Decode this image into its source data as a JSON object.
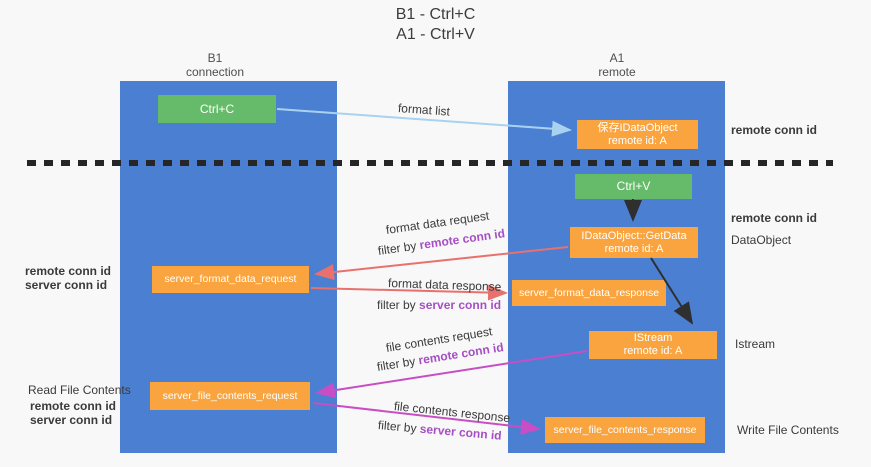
{
  "title": {
    "line1": "B1 - Ctrl+C",
    "line2": "A1 - Ctrl+V"
  },
  "lifelines": {
    "left": {
      "name": "B1",
      "role": "connection"
    },
    "right": {
      "name": "A1",
      "role": "remote"
    }
  },
  "nodes": {
    "ctrl_c": {
      "label": "Ctrl+C"
    },
    "ctrl_v": {
      "label": "Ctrl+V"
    },
    "save_idataobject": {
      "line1": "保存IDataObject",
      "line2": "remote id: A"
    },
    "idataobject_getdata": {
      "line1": "IDataObject::GetData",
      "line2": "remote id: A"
    },
    "istream": {
      "line1": "IStream",
      "line2": "remote id: A"
    },
    "server_format_data_request": {
      "label": "server_format_data_request"
    },
    "server_format_data_response": {
      "label": "server_format_data_response"
    },
    "server_file_contents_request": {
      "label": "server_file_contents_request"
    },
    "server_file_contents_response": {
      "label": "server_file_contents_response"
    }
  },
  "messages": {
    "format_list": {
      "label": "format list"
    },
    "format_data_request": {
      "label": "format data request",
      "filter_prefix": "filter by ",
      "filter_key": "remote conn id"
    },
    "format_data_response": {
      "label": "format data response",
      "filter_prefix": "filter by ",
      "filter_key": "server conn id"
    },
    "file_contents_request": {
      "label": "file contents request",
      "filter_prefix": "filter by ",
      "filter_key": "remote conn id"
    },
    "file_contents_response": {
      "label": "file contents response",
      "filter_prefix": "filter by ",
      "filter_key": "server conn id"
    }
  },
  "annotations": {
    "right_top_remote_conn_id": "remote conn id",
    "right_mid_remote_conn_id": "remote conn id",
    "right_dataobject": "DataObject",
    "right_istream": "Istream",
    "right_write_file_contents": "Write File Contents",
    "left_format_remote_conn_id": "remote conn id",
    "left_format_server_conn_id": "server conn id",
    "left_read_file_contents": "Read File Contents",
    "left_file_remote_conn_id": "remote conn id",
    "left_file_server_conn_id": "server conn id"
  },
  "colors": {
    "panel_blue": "#4a7fd2",
    "box_green": "#66bb6a",
    "box_orange": "#f9a43f",
    "arrow_light_blue": "#a9d2f1",
    "arrow_red": "#e8716e",
    "arrow_magenta": "#c74ec4",
    "arrow_black": "#2f2f2f",
    "text_purple": "#a64fc4",
    "text_green": "#4caf50"
  }
}
